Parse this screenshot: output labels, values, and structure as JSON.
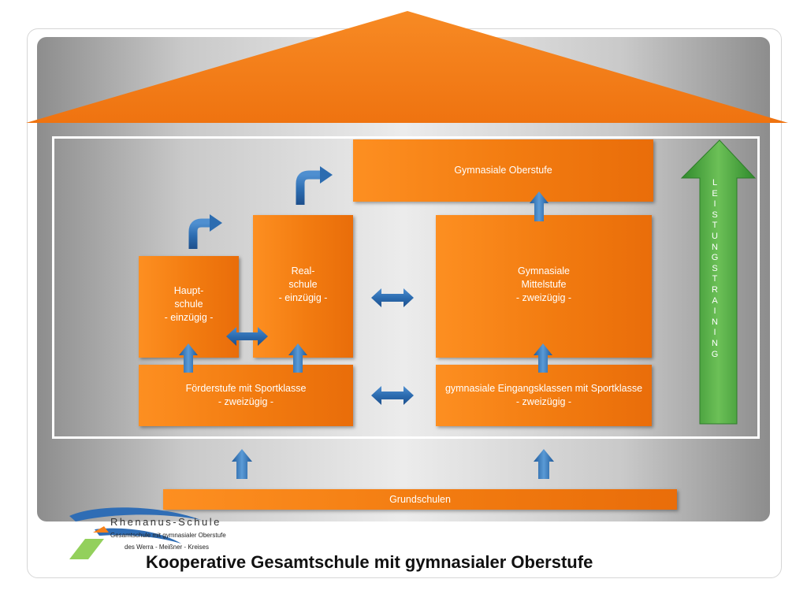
{
  "diagram": {
    "title": "Kooperative Gesamtschule mit gymnasialer Oberstufe",
    "boxes": {
      "oberstufe": [
        "Gymnasiale Oberstufe"
      ],
      "mittelstufe": [
        "Gymnasiale",
        "Mittelstufe",
        "- zweizügig -"
      ],
      "realschule": [
        "Real-",
        "schule",
        "- einzügig -"
      ],
      "hauptschule": [
        "Haupt-",
        "schule",
        "- einzügig -"
      ],
      "foerderstufe": [
        "Förderstufe mit Sportklasse",
        "- zweizügig -"
      ],
      "eingangsklassen": [
        "gymnasiale Eingangsklassen mit Sportklasse",
        "- zweizügig -"
      ],
      "grundschulen": [
        "Grundschulen"
      ]
    },
    "training_letters": [
      "L",
      "E",
      "I",
      "S",
      "T",
      "U",
      "N",
      "G",
      "S",
      "T",
      "R",
      "A",
      "I",
      "N",
      "I",
      "N",
      "G"
    ]
  },
  "logo": {
    "name": "Rhenanus-Schule",
    "line1": "Gesamtschule mit gymnasialer Oberstufe",
    "line2": "des Werra - Meißner - Kreises"
  },
  "colors": {
    "orange": "#f5811a",
    "blue_arrow": "#2f72b5",
    "green_arrow": "#4aa83c",
    "roof": "#f47a13"
  },
  "icons": [
    "double-arrow-icon",
    "up-arrow-icon",
    "turn-arrow-icon",
    "up-arrow-large-icon"
  ]
}
